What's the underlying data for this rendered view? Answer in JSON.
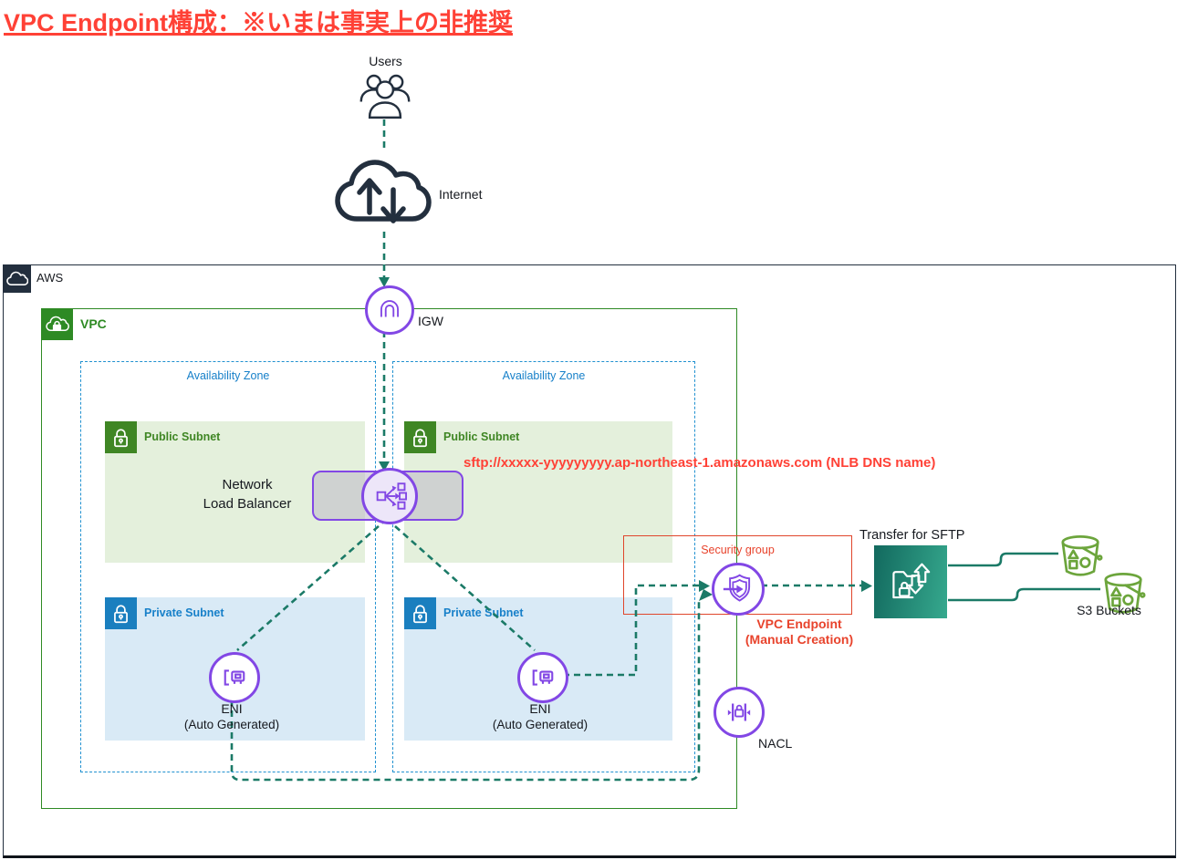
{
  "title": "VPC Endpoint構成：※いまは事実上の非推奨",
  "external": {
    "users_label": "Users",
    "internet_label": "Internet"
  },
  "aws": {
    "label": "AWS",
    "igw_label": "IGW",
    "vpc": {
      "label": "VPC",
      "availability_zones": [
        {
          "label": "Availability Zone"
        },
        {
          "label": "Availability Zone"
        }
      ],
      "subnets": {
        "public_label": "Public Subnet",
        "private_label": "Private Subnet"
      },
      "nlb": {
        "line1": "Network",
        "line2": "Load Balancer"
      },
      "enis": [
        {
          "label": "ENI",
          "sub": "(Auto Generated)"
        },
        {
          "label": "ENI",
          "sub": "(Auto Generated)"
        }
      ],
      "nacl_label": "NACL"
    },
    "security_group": {
      "label": "Security group"
    },
    "vpc_endpoint": {
      "line1": "VPC Endpoint",
      "line2": "(Manual Creation)"
    },
    "transfer_label": "Transfer for SFTP"
  },
  "s3": {
    "label": "S3 Buckets"
  },
  "annotations": {
    "nlb_dns": "sftp://xxxxx-yyyyyyyyy.ap-northeast-1.amazonaws.com (NLB DNS name)"
  },
  "colors": {
    "title_red": "#FF4136",
    "annotation_red": "#FF4136",
    "endpoint_label_red": "#E8432C",
    "security_group_border": "#E0462C",
    "arrow_teal": "#1B7A67",
    "purple": "#8247E5",
    "vpc_green": "#2E8A24",
    "public_subnet_green": "#3F8624",
    "public_subnet_fill": "#E4F0DC",
    "private_subnet_blue": "#1780C9",
    "private_subnet_fill": "#D9EAF6",
    "az_border_blue": "#2191D0",
    "dark_navy": "#232F3E",
    "transfer_teal": "#17967F",
    "s3_green": "#6CA53C"
  }
}
